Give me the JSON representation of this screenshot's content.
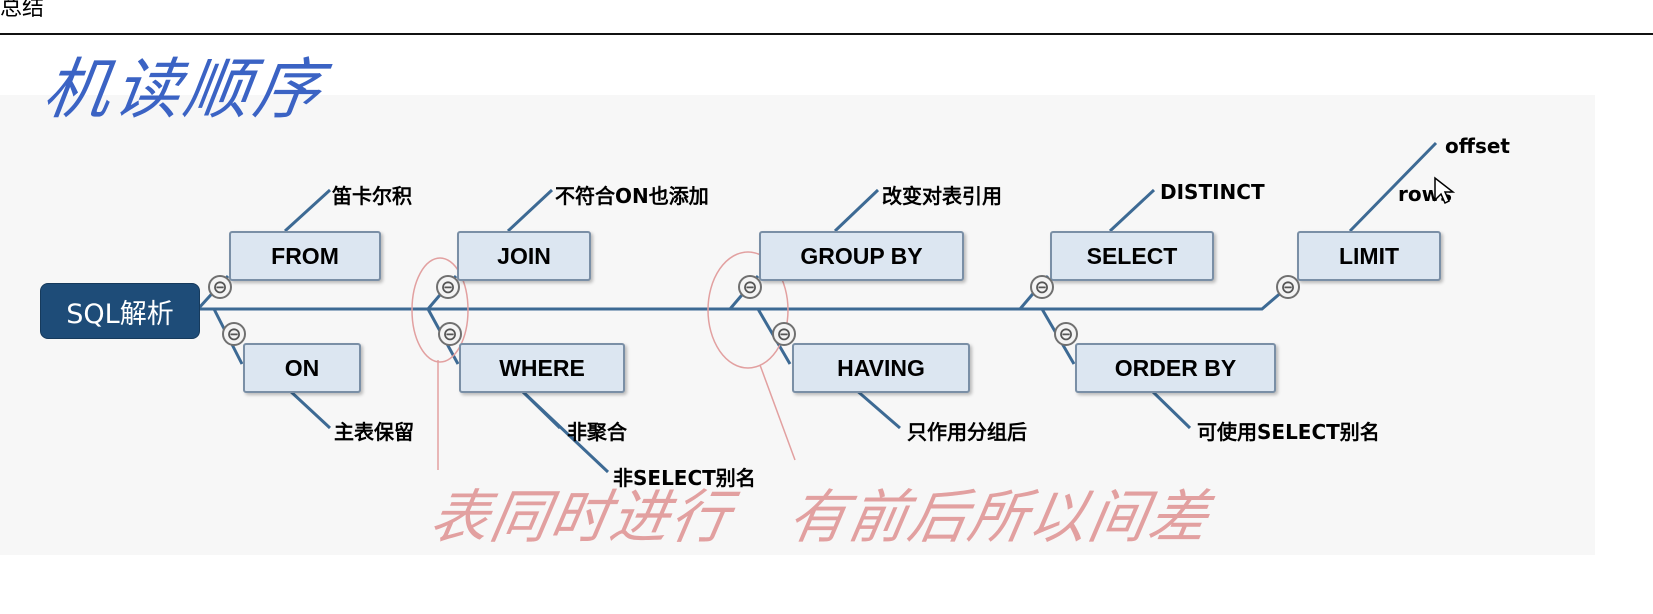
{
  "header": {
    "title": "总结"
  },
  "handwriting": {
    "top_note": "机读顺序",
    "note_left": "表同时进行",
    "note_right": "有前后所以间差"
  },
  "diagram": {
    "root": "SQL解析",
    "upper_nodes": [
      {
        "label": "FROM",
        "note": "笛卡尔积"
      },
      {
        "label": "JOIN",
        "note": "不符合ON也添加"
      },
      {
        "label": "GROUP BY",
        "note": "改变对表引用"
      },
      {
        "label": "SELECT",
        "note": "DISTINCT"
      },
      {
        "label": "LIMIT",
        "notes": [
          "offset",
          "rows"
        ]
      }
    ],
    "lower_nodes": [
      {
        "label": "ON",
        "note": "主表保留"
      },
      {
        "label": "WHERE",
        "notes": [
          "非聚合",
          "非SELECT别名"
        ]
      },
      {
        "label": "HAVING",
        "note": "只作用分组后"
      },
      {
        "label": "ORDER BY",
        "note": "可使用SELECT别名"
      }
    ],
    "collapse_symbol": "⊖",
    "colors": {
      "root_fill": "#1e4c78",
      "node_fill": "#dce6f1",
      "line": "#3d6a94",
      "annotation_red": "#e2a0a0",
      "annotation_blue": "#3b63c4"
    }
  }
}
